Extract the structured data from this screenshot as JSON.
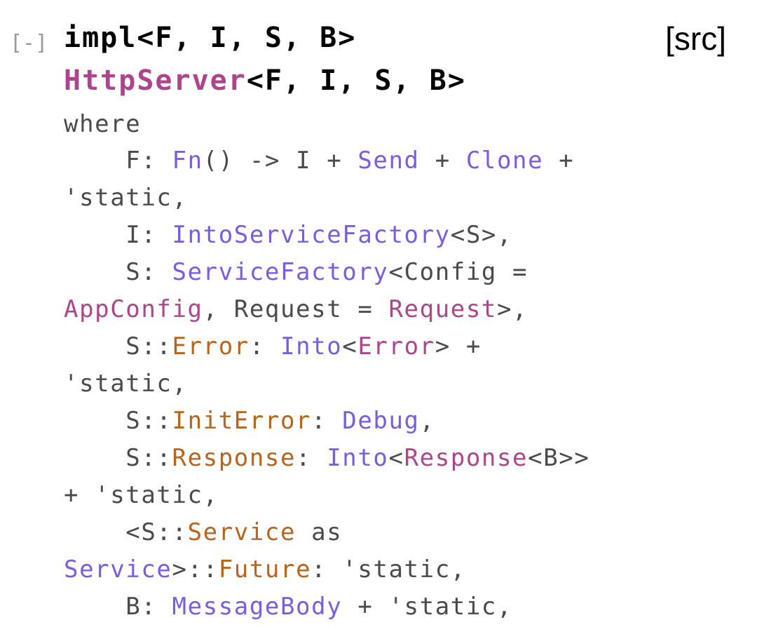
{
  "toggle_label": "[-]",
  "src_label": "[src]",
  "colors": {
    "struct": "#ad448e",
    "trait": "#7b5ce0",
    "assoc_type": "#b9641a",
    "plain": "#4a4a4a",
    "keyword": "#000000",
    "toggle": "#9a9a9a"
  },
  "lines": [
    {
      "cls": "head",
      "tokens": [
        {
          "t": "impl<F, I, S, B>",
          "k": "kw"
        }
      ]
    },
    {
      "cls": "head2",
      "tokens": [
        {
          "t": "HttpServer",
          "k": "struct"
        },
        {
          "t": "<F, I, S, B>",
          "k": "kw"
        }
      ]
    },
    {
      "cls": "where",
      "tokens": [
        {
          "t": "where",
          "k": "plain"
        }
      ]
    },
    {
      "tokens": [
        {
          "t": "    F: ",
          "k": "plain"
        },
        {
          "t": "Fn",
          "k": "trait"
        },
        {
          "t": "() -> I + ",
          "k": "plain"
        },
        {
          "t": "Send",
          "k": "trait"
        },
        {
          "t": " + ",
          "k": "plain"
        },
        {
          "t": "Clone",
          "k": "trait"
        },
        {
          "t": " +",
          "k": "plain"
        }
      ]
    },
    {
      "tokens": [
        {
          "t": "'static,",
          "k": "plain"
        }
      ]
    },
    {
      "tokens": [
        {
          "t": "    I: ",
          "k": "plain"
        },
        {
          "t": "IntoServiceFactory",
          "k": "trait"
        },
        {
          "t": "<S>,",
          "k": "plain"
        }
      ]
    },
    {
      "tokens": [
        {
          "t": "    S: ",
          "k": "plain"
        },
        {
          "t": "ServiceFactory",
          "k": "trait"
        },
        {
          "t": "<Config =",
          "k": "plain"
        }
      ]
    },
    {
      "tokens": [
        {
          "t": "AppConfig",
          "k": "struct"
        },
        {
          "t": ", Request = ",
          "k": "plain"
        },
        {
          "t": "Request",
          "k": "struct"
        },
        {
          "t": ">,",
          "k": "plain"
        }
      ]
    },
    {
      "tokens": [
        {
          "t": "    S::",
          "k": "plain"
        },
        {
          "t": "Error",
          "k": "assoc"
        },
        {
          "t": ": ",
          "k": "plain"
        },
        {
          "t": "Into",
          "k": "trait"
        },
        {
          "t": "<",
          "k": "plain"
        },
        {
          "t": "Error",
          "k": "struct"
        },
        {
          "t": "> +",
          "k": "plain"
        }
      ]
    },
    {
      "tokens": [
        {
          "t": "'static,",
          "k": "plain"
        }
      ]
    },
    {
      "tokens": [
        {
          "t": "    S::",
          "k": "plain"
        },
        {
          "t": "InitError",
          "k": "assoc"
        },
        {
          "t": ": ",
          "k": "plain"
        },
        {
          "t": "Debug",
          "k": "trait"
        },
        {
          "t": ",",
          "k": "plain"
        }
      ]
    },
    {
      "tokens": [
        {
          "t": "    S::",
          "k": "plain"
        },
        {
          "t": "Response",
          "k": "assoc"
        },
        {
          "t": ": ",
          "k": "plain"
        },
        {
          "t": "Into",
          "k": "trait"
        },
        {
          "t": "<",
          "k": "plain"
        },
        {
          "t": "Response",
          "k": "struct"
        },
        {
          "t": "<B>>",
          "k": "plain"
        }
      ]
    },
    {
      "tokens": [
        {
          "t": "+ 'static,",
          "k": "plain"
        }
      ]
    },
    {
      "tokens": [
        {
          "t": "    <S::",
          "k": "plain"
        },
        {
          "t": "Service",
          "k": "assoc"
        },
        {
          "t": " as",
          "k": "plain"
        }
      ]
    },
    {
      "tokens": [
        {
          "t": "Service",
          "k": "trait"
        },
        {
          "t": ">::",
          "k": "plain"
        },
        {
          "t": "Future",
          "k": "assoc"
        },
        {
          "t": ": 'static,",
          "k": "plain"
        }
      ]
    },
    {
      "tokens": [
        {
          "t": "    B: ",
          "k": "plain"
        },
        {
          "t": "MessageBody",
          "k": "trait"
        },
        {
          "t": " + 'static,",
          "k": "plain"
        }
      ]
    }
  ]
}
